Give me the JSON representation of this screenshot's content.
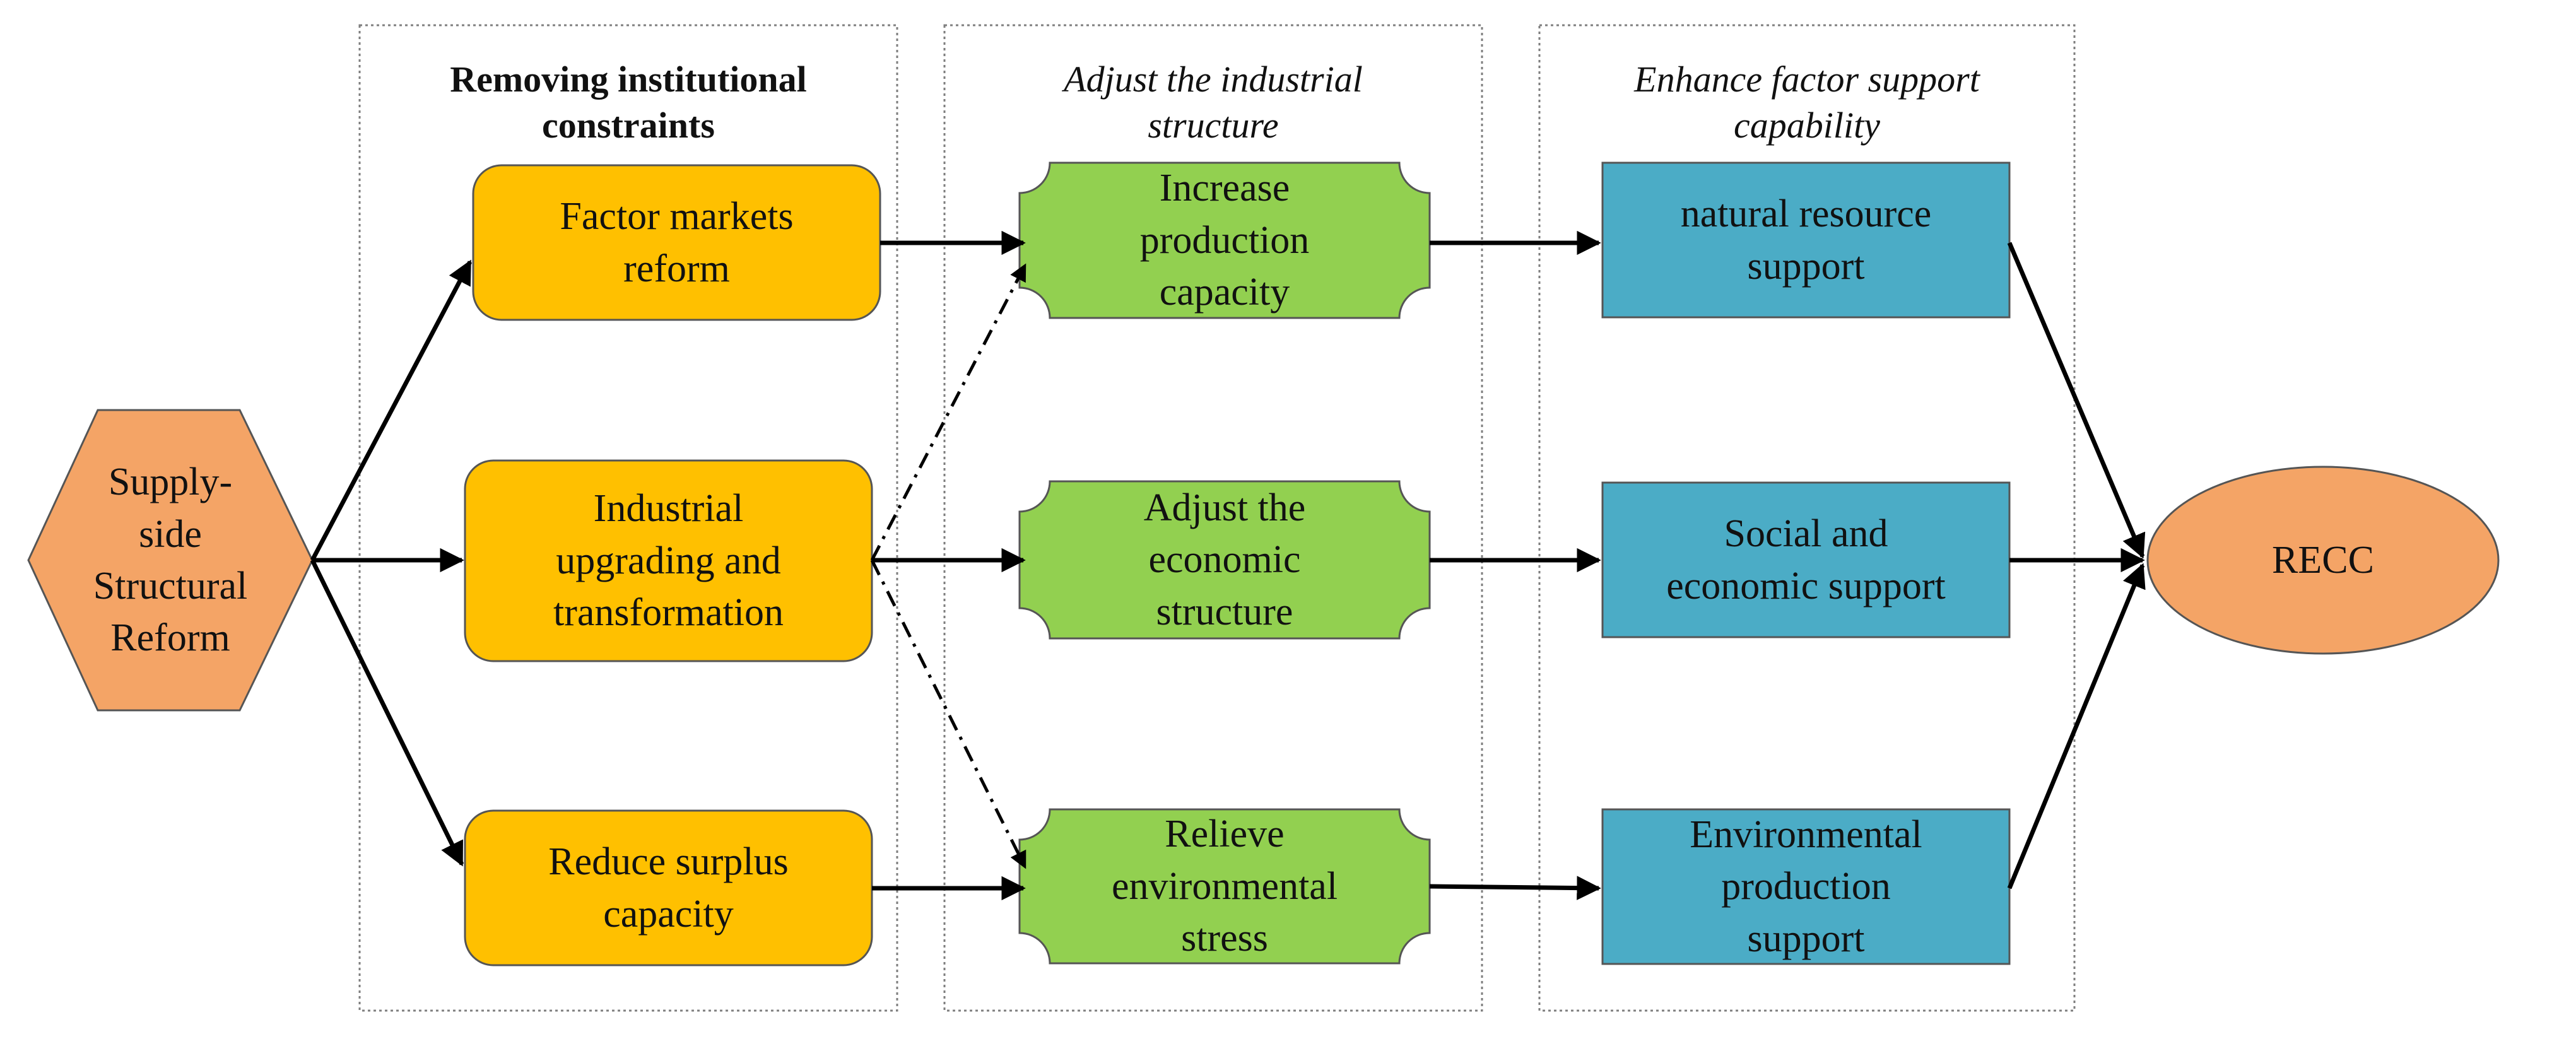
{
  "groups": [
    {
      "title": "Removing institutional\nconstraints",
      "style": "bold"
    },
    {
      "title": "Adjust the industrial\nstructure",
      "style": "italic"
    },
    {
      "title": "Enhance factor support\ncapability",
      "style": "italic"
    }
  ],
  "nodes": {
    "source": "Supply-\nside\nStructural\nReform",
    "factor_markets": "Factor markets\nreform",
    "industrial_upgrading": "Industrial\nupgrading and\ntransformation",
    "reduce_surplus": "Reduce surplus\ncapacity",
    "increase_production": "Increase\nproduction\ncapacity",
    "adjust_economic": "Adjust the\neconomic\nstructure",
    "relieve_environmental": "Relieve\nenvironmental\nstress",
    "natural_resource": "natural resource\nsupport",
    "social_economic": "Social and\neconomic support",
    "environmental_production": "Environmental\nproduction\nsupport",
    "target": "RECC"
  },
  "colors": {
    "hexagon": "#F4A466",
    "institutional": "#FFC000",
    "structure": "#92D050",
    "support": "#4BACC6",
    "target": "#F4A466",
    "stroke": "#000000",
    "group_border": "#7F7F7F"
  }
}
